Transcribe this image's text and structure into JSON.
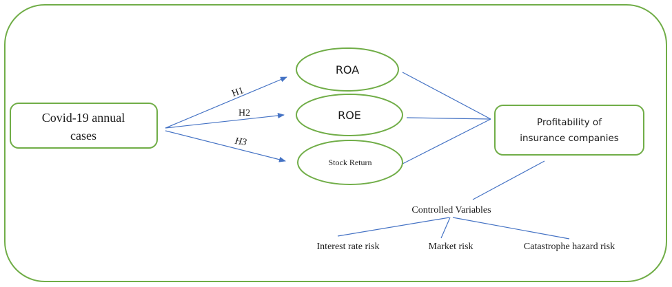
{
  "colors": {
    "node_border": "#70ad47",
    "connector": "#4472c4",
    "text": "#1a1a1a",
    "background": "#ffffff"
  },
  "nodes": {
    "covid": {
      "line1": "Covid-19 annual",
      "line2": "cases"
    },
    "roa": {
      "label": "ROA"
    },
    "roe": {
      "label": "ROE"
    },
    "stock_return": {
      "label": "Stock Return"
    },
    "profitability": {
      "line1": "Profitability of",
      "line2": "insurance companies"
    },
    "controlled": {
      "label": "Controlled Variables"
    },
    "interest": {
      "label": "Interest rate risk"
    },
    "market": {
      "label": "Market risk"
    },
    "catastrophe": {
      "label": "Catastrophe hazard risk"
    }
  },
  "hypotheses": {
    "h1": "H1",
    "h2": "H2",
    "h3": "H3"
  },
  "edges": [
    {
      "from": "covid",
      "to": "roa",
      "label": "H1",
      "arrow": true
    },
    {
      "from": "covid",
      "to": "roe",
      "label": "H2",
      "arrow": true
    },
    {
      "from": "covid",
      "to": "stock_return",
      "label": "H3",
      "arrow": true
    },
    {
      "from": "roa",
      "to": "profitability",
      "arrow": false
    },
    {
      "from": "roe",
      "to": "profitability",
      "arrow": false
    },
    {
      "from": "stock_return",
      "to": "profitability",
      "arrow": false
    },
    {
      "from": "profitability",
      "to": "controlled",
      "arrow": false
    },
    {
      "from": "controlled",
      "to": "interest",
      "arrow": false
    },
    {
      "from": "controlled",
      "to": "market",
      "arrow": false
    },
    {
      "from": "controlled",
      "to": "catastrophe",
      "arrow": false
    }
  ]
}
